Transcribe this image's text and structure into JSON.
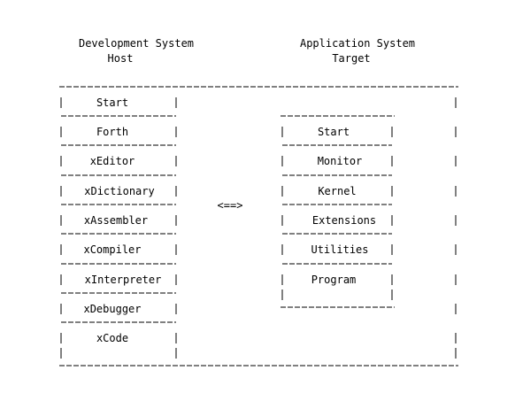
{
  "diagram": {
    "headers": {
      "host": {
        "line1": "Development System",
        "line2": "Host"
      },
      "target": {
        "line1": "Application System",
        "line2": "Target"
      }
    },
    "arrow": "<==>",
    "host_stack": [
      "Start",
      "Forth",
      "xEditor",
      "xDictionary",
      "xAssembler",
      "xCompiler",
      "xInterpreter",
      "xDebugger",
      "xCode"
    ],
    "target_stack": [
      "Start",
      "Monitor",
      "Kernel",
      "Extensions",
      "Utilities",
      "Program"
    ],
    "colors": {
      "ink": "#000000",
      "background": "#ffffff"
    }
  }
}
